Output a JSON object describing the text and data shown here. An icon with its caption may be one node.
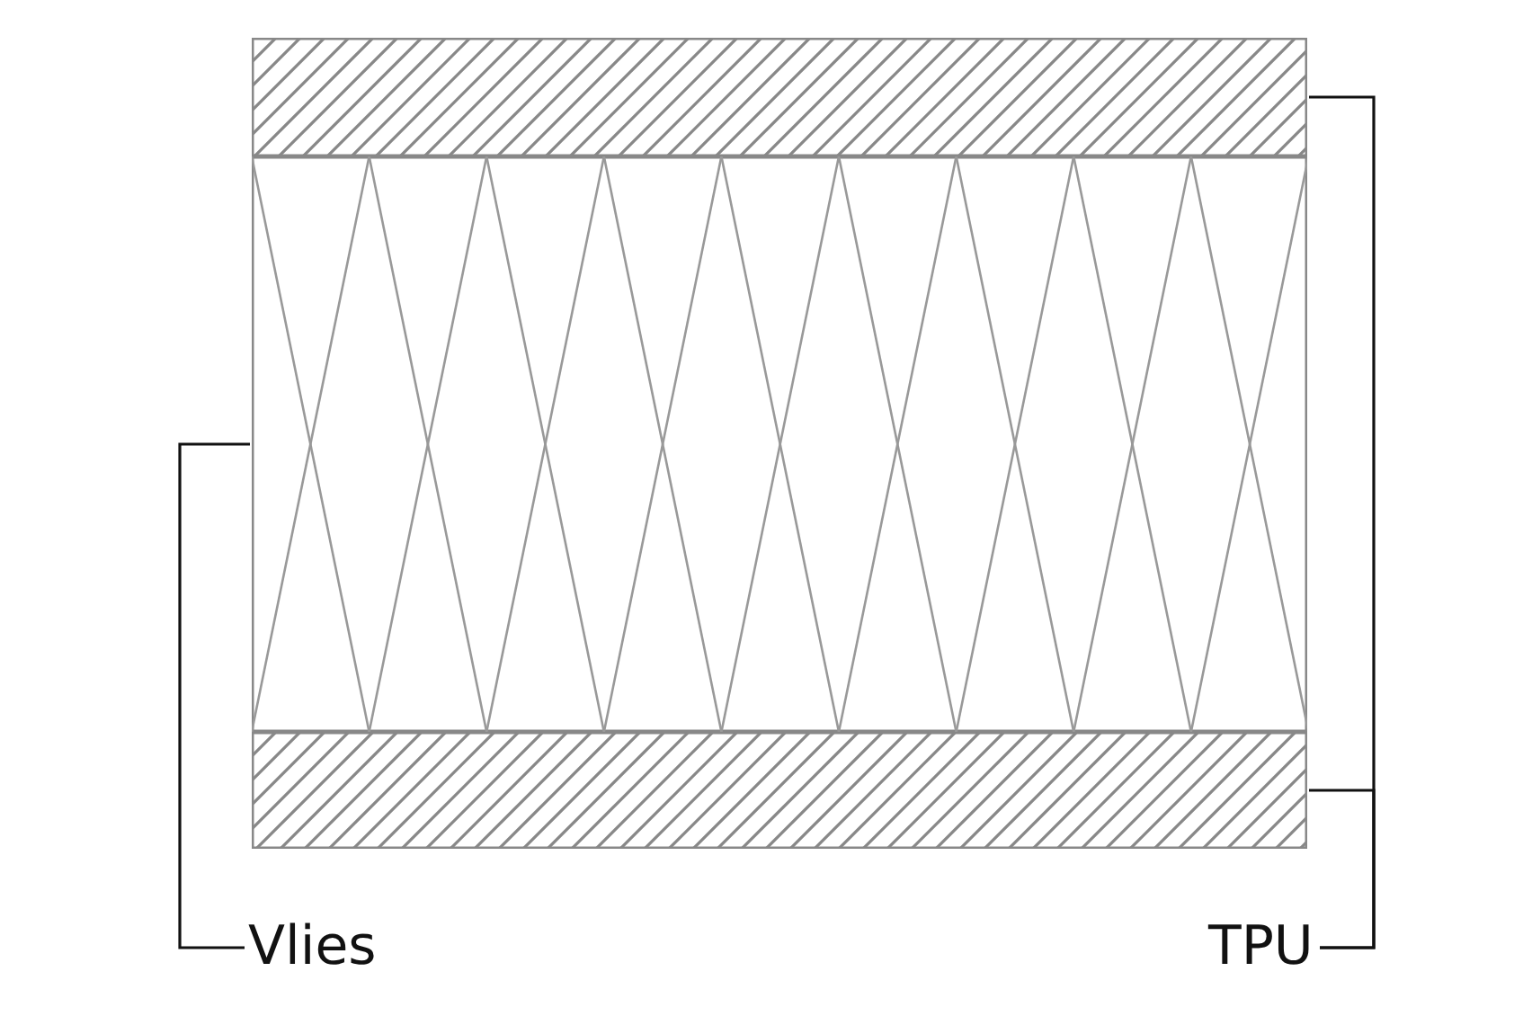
{
  "diagram": {
    "nodes": [
      {
        "text": [
          "Vlies"
        ]
      },
      {
        "text": [
          "TPU"
        ]
      },
      {
        "text": [],
        "shape": "box"
      },
      {
        "text": [],
        "shape": "box"
      },
      {
        "text": [],
        "shape": "box"
      }
    ],
    "edges": [
      {
        "from": 0,
        "to": 3,
        "arrow": "none"
      },
      {
        "from": 1,
        "to": 2,
        "arrow": "none"
      },
      {
        "from": 1,
        "to": 4,
        "arrow": "none"
      }
    ]
  }
}
